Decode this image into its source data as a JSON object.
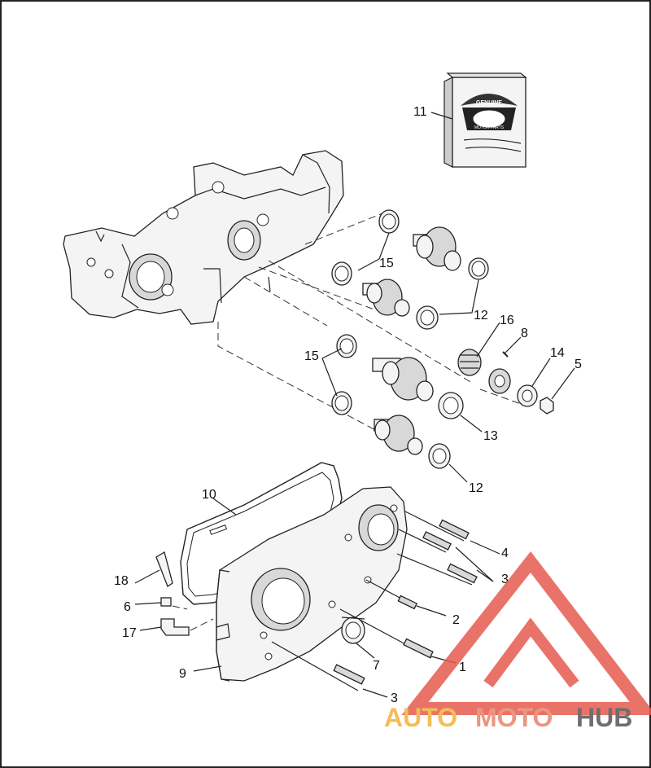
{
  "callouts": [
    {
      "id": "c1",
      "label": "1"
    },
    {
      "id": "c2",
      "label": "2"
    },
    {
      "id": "c3a",
      "label": "3"
    },
    {
      "id": "c3b",
      "label": "3"
    },
    {
      "id": "c4",
      "label": "4"
    },
    {
      "id": "c5",
      "label": "5"
    },
    {
      "id": "c6",
      "label": "6"
    },
    {
      "id": "c7",
      "label": "7"
    },
    {
      "id": "c8",
      "label": "8"
    },
    {
      "id": "c9",
      "label": "9"
    },
    {
      "id": "c10",
      "label": "10"
    },
    {
      "id": "c11",
      "label": "11"
    },
    {
      "id": "c12a",
      "label": "12"
    },
    {
      "id": "c12b",
      "label": "12"
    },
    {
      "id": "c13",
      "label": "13"
    },
    {
      "id": "c14",
      "label": "14"
    },
    {
      "id": "c15a",
      "label": "15"
    },
    {
      "id": "c15b",
      "label": "15"
    },
    {
      "id": "c16",
      "label": "16"
    },
    {
      "id": "c17",
      "label": "17"
    },
    {
      "id": "c18",
      "label": "18"
    }
  ],
  "genuine_parts_box": {
    "logo_text_top": "GENUINE",
    "logo_text_bottom": "MOTOR PARTS"
  },
  "watermark": {
    "word_auto": "AUTO",
    "word_moto": "MOTO",
    "word_hub": "HUB",
    "color_auto": "#f3b23a",
    "color_moto": "#e8836b",
    "color_hub": "#555555",
    "triangle_color": "#e65a4f"
  }
}
